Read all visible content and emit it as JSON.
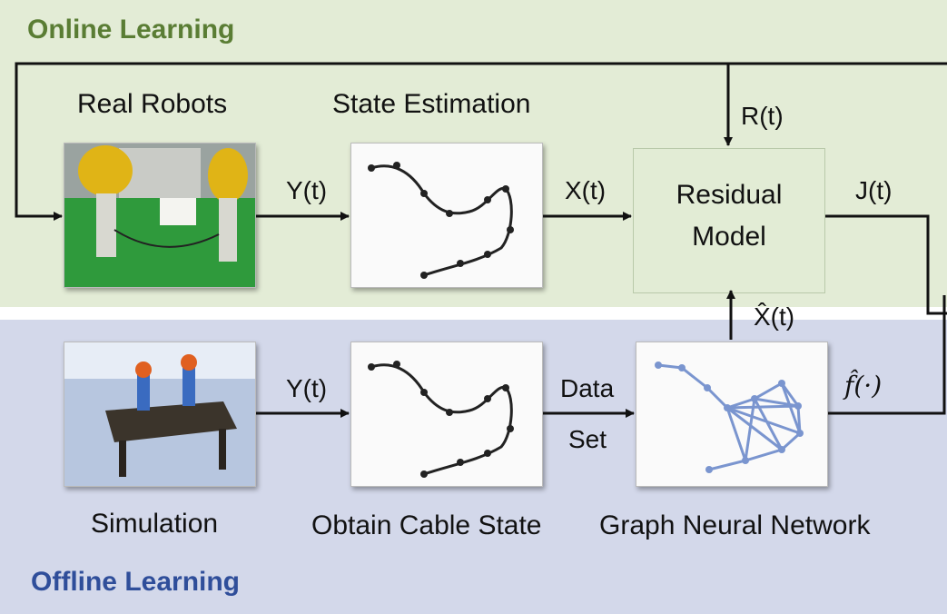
{
  "online": {
    "title": "Online Learning",
    "title_color": "#5a7d34",
    "bg": "#e3ecd6"
  },
  "offline": {
    "title": "Offline Learning",
    "title_color": "#2f4e9a",
    "bg": "#d3d8ea"
  },
  "blocks": {
    "real_robots": "Real Robots",
    "state_estimation": "State Estimation",
    "residual_model": [
      "Residual",
      "Model"
    ],
    "simulation": "Simulation",
    "obtain_cable_state": "Obtain Cable State",
    "gnn": "Graph Neural Network"
  },
  "signals": {
    "r": "R(t)",
    "y_online": "Y(t)",
    "x": "X(t)",
    "j": "J(t)",
    "xhat": "X̂(t)",
    "y_offline": "Y(t)",
    "data": "Data",
    "set": "Set",
    "fhat": "f̂(·)"
  }
}
